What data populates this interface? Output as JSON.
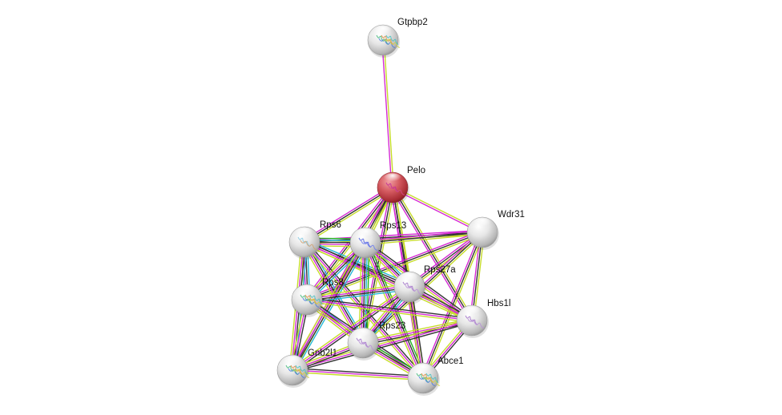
{
  "network": {
    "nodes": [
      {
        "id": "Gtpbp2",
        "label": "Gtpbp2",
        "color": "#e0e0e0",
        "query": false,
        "structure": "colorful"
      },
      {
        "id": "Pelo",
        "label": "Pelo",
        "color": "#d4484f",
        "query": true,
        "structure": "magenta"
      },
      {
        "id": "Wdr31",
        "label": "Wdr31",
        "color": "#e0e0e0",
        "query": false,
        "structure": "none"
      },
      {
        "id": "Rps6",
        "label": "Rps6",
        "color": "#e0e0e0",
        "query": false,
        "structure": "faint"
      },
      {
        "id": "Rps13",
        "label": "Rps13",
        "color": "#e0e0e0",
        "query": false,
        "structure": "blue"
      },
      {
        "id": "Rps27a",
        "label": "Rps27a",
        "color": "#e0e0e0",
        "query": false,
        "structure": "purple"
      },
      {
        "id": "Rps8",
        "label": "Rps8",
        "color": "#e0e0e0",
        "query": false,
        "structure": "colorful"
      },
      {
        "id": "Hbs1l",
        "label": "Hbs1l",
        "color": "#e0e0e0",
        "query": false,
        "structure": "purple"
      },
      {
        "id": "Rps23",
        "label": "Rps23",
        "color": "#e0e0e0",
        "query": false,
        "structure": "purple"
      },
      {
        "id": "Gnb2l1",
        "label": "Gnb2l1",
        "color": "#e0e0e0",
        "query": false,
        "structure": "colorful"
      },
      {
        "id": "Abce1",
        "label": "Abce1",
        "color": "#e0e0e0",
        "query": false,
        "structure": "colorful"
      }
    ],
    "edge_colors": {
      "textmining": "#c6dc2a",
      "coexpression": "#333333",
      "experiments": "#d42ad4",
      "databases": "#22b8d8",
      "neighborhood": "#22b822"
    },
    "edges": [
      {
        "a": "Gtpbp2",
        "b": "Pelo",
        "types": [
          "textmining",
          "experiments"
        ]
      },
      {
        "a": "Pelo",
        "b": "Wdr31",
        "types": [
          "textmining",
          "experiments"
        ]
      },
      {
        "a": "Pelo",
        "b": "Rps6",
        "types": [
          "textmining",
          "coexpression",
          "experiments"
        ]
      },
      {
        "a": "Pelo",
        "b": "Rps13",
        "types": [
          "textmining",
          "coexpression",
          "experiments"
        ]
      },
      {
        "a": "Pelo",
        "b": "Rps27a",
        "types": [
          "textmining",
          "coexpression",
          "experiments"
        ]
      },
      {
        "a": "Pelo",
        "b": "Rps8",
        "types": [
          "textmining",
          "coexpression",
          "experiments"
        ]
      },
      {
        "a": "Pelo",
        "b": "Hbs1l",
        "types": [
          "textmining",
          "coexpression",
          "experiments"
        ]
      },
      {
        "a": "Pelo",
        "b": "Rps23",
        "types": [
          "textmining",
          "coexpression",
          "experiments"
        ]
      },
      {
        "a": "Pelo",
        "b": "Gnb2l1",
        "types": [
          "textmining",
          "coexpression",
          "experiments"
        ]
      },
      {
        "a": "Pelo",
        "b": "Abce1",
        "types": [
          "textmining",
          "coexpression",
          "experiments"
        ]
      },
      {
        "a": "Wdr31",
        "b": "Rps6",
        "types": [
          "textmining",
          "coexpression",
          "experiments"
        ]
      },
      {
        "a": "Wdr31",
        "b": "Rps13",
        "types": [
          "textmining",
          "coexpression",
          "experiments"
        ]
      },
      {
        "a": "Wdr31",
        "b": "Rps27a",
        "types": [
          "textmining",
          "coexpression",
          "experiments"
        ]
      },
      {
        "a": "Wdr31",
        "b": "Rps8",
        "types": [
          "textmining",
          "coexpression",
          "experiments"
        ]
      },
      {
        "a": "Wdr31",
        "b": "Hbs1l",
        "types": [
          "textmining",
          "coexpression",
          "experiments"
        ]
      },
      {
        "a": "Wdr31",
        "b": "Rps23",
        "types": [
          "textmining",
          "coexpression",
          "experiments"
        ]
      },
      {
        "a": "Wdr31",
        "b": "Abce1",
        "types": [
          "textmining",
          "coexpression",
          "experiments"
        ]
      },
      {
        "a": "Rps6",
        "b": "Rps13",
        "types": [
          "neighborhood",
          "databases",
          "coexpression",
          "experiments",
          "textmining"
        ]
      },
      {
        "a": "Rps6",
        "b": "Rps27a",
        "types": [
          "databases",
          "coexpression",
          "experiments",
          "textmining"
        ]
      },
      {
        "a": "Rps6",
        "b": "Rps8",
        "types": [
          "databases",
          "coexpression",
          "experiments",
          "textmining"
        ]
      },
      {
        "a": "Rps6",
        "b": "Hbs1l",
        "types": [
          "coexpression",
          "experiments",
          "textmining"
        ]
      },
      {
        "a": "Rps6",
        "b": "Rps23",
        "types": [
          "databases",
          "coexpression",
          "experiments",
          "textmining"
        ]
      },
      {
        "a": "Rps6",
        "b": "Gnb2l1",
        "types": [
          "databases",
          "coexpression",
          "experiments",
          "textmining"
        ]
      },
      {
        "a": "Rps6",
        "b": "Abce1",
        "types": [
          "coexpression",
          "experiments",
          "textmining"
        ]
      },
      {
        "a": "Rps13",
        "b": "Rps27a",
        "types": [
          "databases",
          "coexpression",
          "experiments",
          "textmining"
        ]
      },
      {
        "a": "Rps13",
        "b": "Rps8",
        "types": [
          "databases",
          "coexpression",
          "experiments",
          "textmining"
        ]
      },
      {
        "a": "Rps13",
        "b": "Hbs1l",
        "types": [
          "coexpression",
          "experiments",
          "textmining"
        ]
      },
      {
        "a": "Rps13",
        "b": "Rps23",
        "types": [
          "neighborhood",
          "databases",
          "coexpression",
          "experiments",
          "textmining"
        ]
      },
      {
        "a": "Rps13",
        "b": "Gnb2l1",
        "types": [
          "databases",
          "coexpression",
          "experiments",
          "textmining"
        ]
      },
      {
        "a": "Rps13",
        "b": "Abce1",
        "types": [
          "neighborhood",
          "coexpression",
          "experiments",
          "textmining"
        ]
      },
      {
        "a": "Rps27a",
        "b": "Rps8",
        "types": [
          "databases",
          "coexpression",
          "experiments",
          "textmining"
        ]
      },
      {
        "a": "Rps27a",
        "b": "Hbs1l",
        "types": [
          "coexpression",
          "experiments",
          "textmining"
        ]
      },
      {
        "a": "Rps27a",
        "b": "Rps23",
        "types": [
          "databases",
          "coexpression",
          "experiments",
          "textmining"
        ]
      },
      {
        "a": "Rps27a",
        "b": "Gnb2l1",
        "types": [
          "coexpression",
          "experiments",
          "textmining"
        ]
      },
      {
        "a": "Rps27a",
        "b": "Abce1",
        "types": [
          "coexpression",
          "experiments",
          "textmining"
        ]
      },
      {
        "a": "Rps8",
        "b": "Hbs1l",
        "types": [
          "coexpression",
          "experiments",
          "textmining"
        ]
      },
      {
        "a": "Rps8",
        "b": "Rps23",
        "types": [
          "databases",
          "coexpression",
          "experiments",
          "textmining"
        ]
      },
      {
        "a": "Rps8",
        "b": "Gnb2l1",
        "types": [
          "coexpression",
          "experiments",
          "textmining"
        ]
      },
      {
        "a": "Rps8",
        "b": "Abce1",
        "types": [
          "coexpression",
          "experiments",
          "textmining"
        ]
      },
      {
        "a": "Hbs1l",
        "b": "Rps23",
        "types": [
          "coexpression",
          "experiments",
          "textmining"
        ]
      },
      {
        "a": "Hbs1l",
        "b": "Gnb2l1",
        "types": [
          "coexpression",
          "experiments",
          "textmining"
        ]
      },
      {
        "a": "Hbs1l",
        "b": "Abce1",
        "types": [
          "coexpression",
          "experiments",
          "textmining"
        ]
      },
      {
        "a": "Rps23",
        "b": "Gnb2l1",
        "types": [
          "coexpression",
          "experiments",
          "textmining"
        ]
      },
      {
        "a": "Rps23",
        "b": "Abce1",
        "types": [
          "neighborhood",
          "coexpression",
          "experiments",
          "textmining"
        ]
      },
      {
        "a": "Gnb2l1",
        "b": "Abce1",
        "types": [
          "coexpression",
          "experiments",
          "textmining"
        ]
      }
    ]
  }
}
